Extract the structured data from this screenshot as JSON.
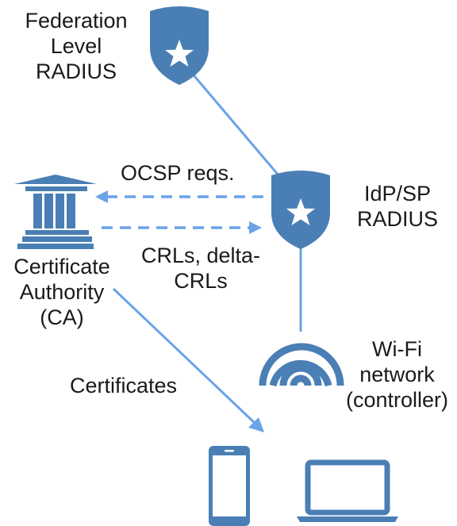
{
  "colors": {
    "icon_fill": "#4a7fb5",
    "connector": "#6aa3e8",
    "text": "#1a1a1a"
  },
  "federation": {
    "icon": "shield-star-icon",
    "lines": [
      "Federation",
      "Level",
      "RADIUS"
    ]
  },
  "idp": {
    "icon": "shield-star-icon",
    "lines": [
      "IdP/SP",
      "RADIUS"
    ]
  },
  "ca": {
    "icon": "bank-building-icon",
    "lines": [
      "Certificate",
      "Authority",
      "(CA)"
    ]
  },
  "wifi": {
    "icon": "wifi-signal-icon",
    "lines": [
      "Wi-Fi",
      "network",
      "(controller)"
    ]
  },
  "arrows": {
    "ocsp": "OCSP reqs.",
    "crl_lines": [
      "CRLs, delta-",
      "CRLs"
    ],
    "certificates": "Certificates"
  },
  "devices": {
    "phone_icon": "smartphone-icon",
    "laptop_icon": "laptop-icon"
  }
}
